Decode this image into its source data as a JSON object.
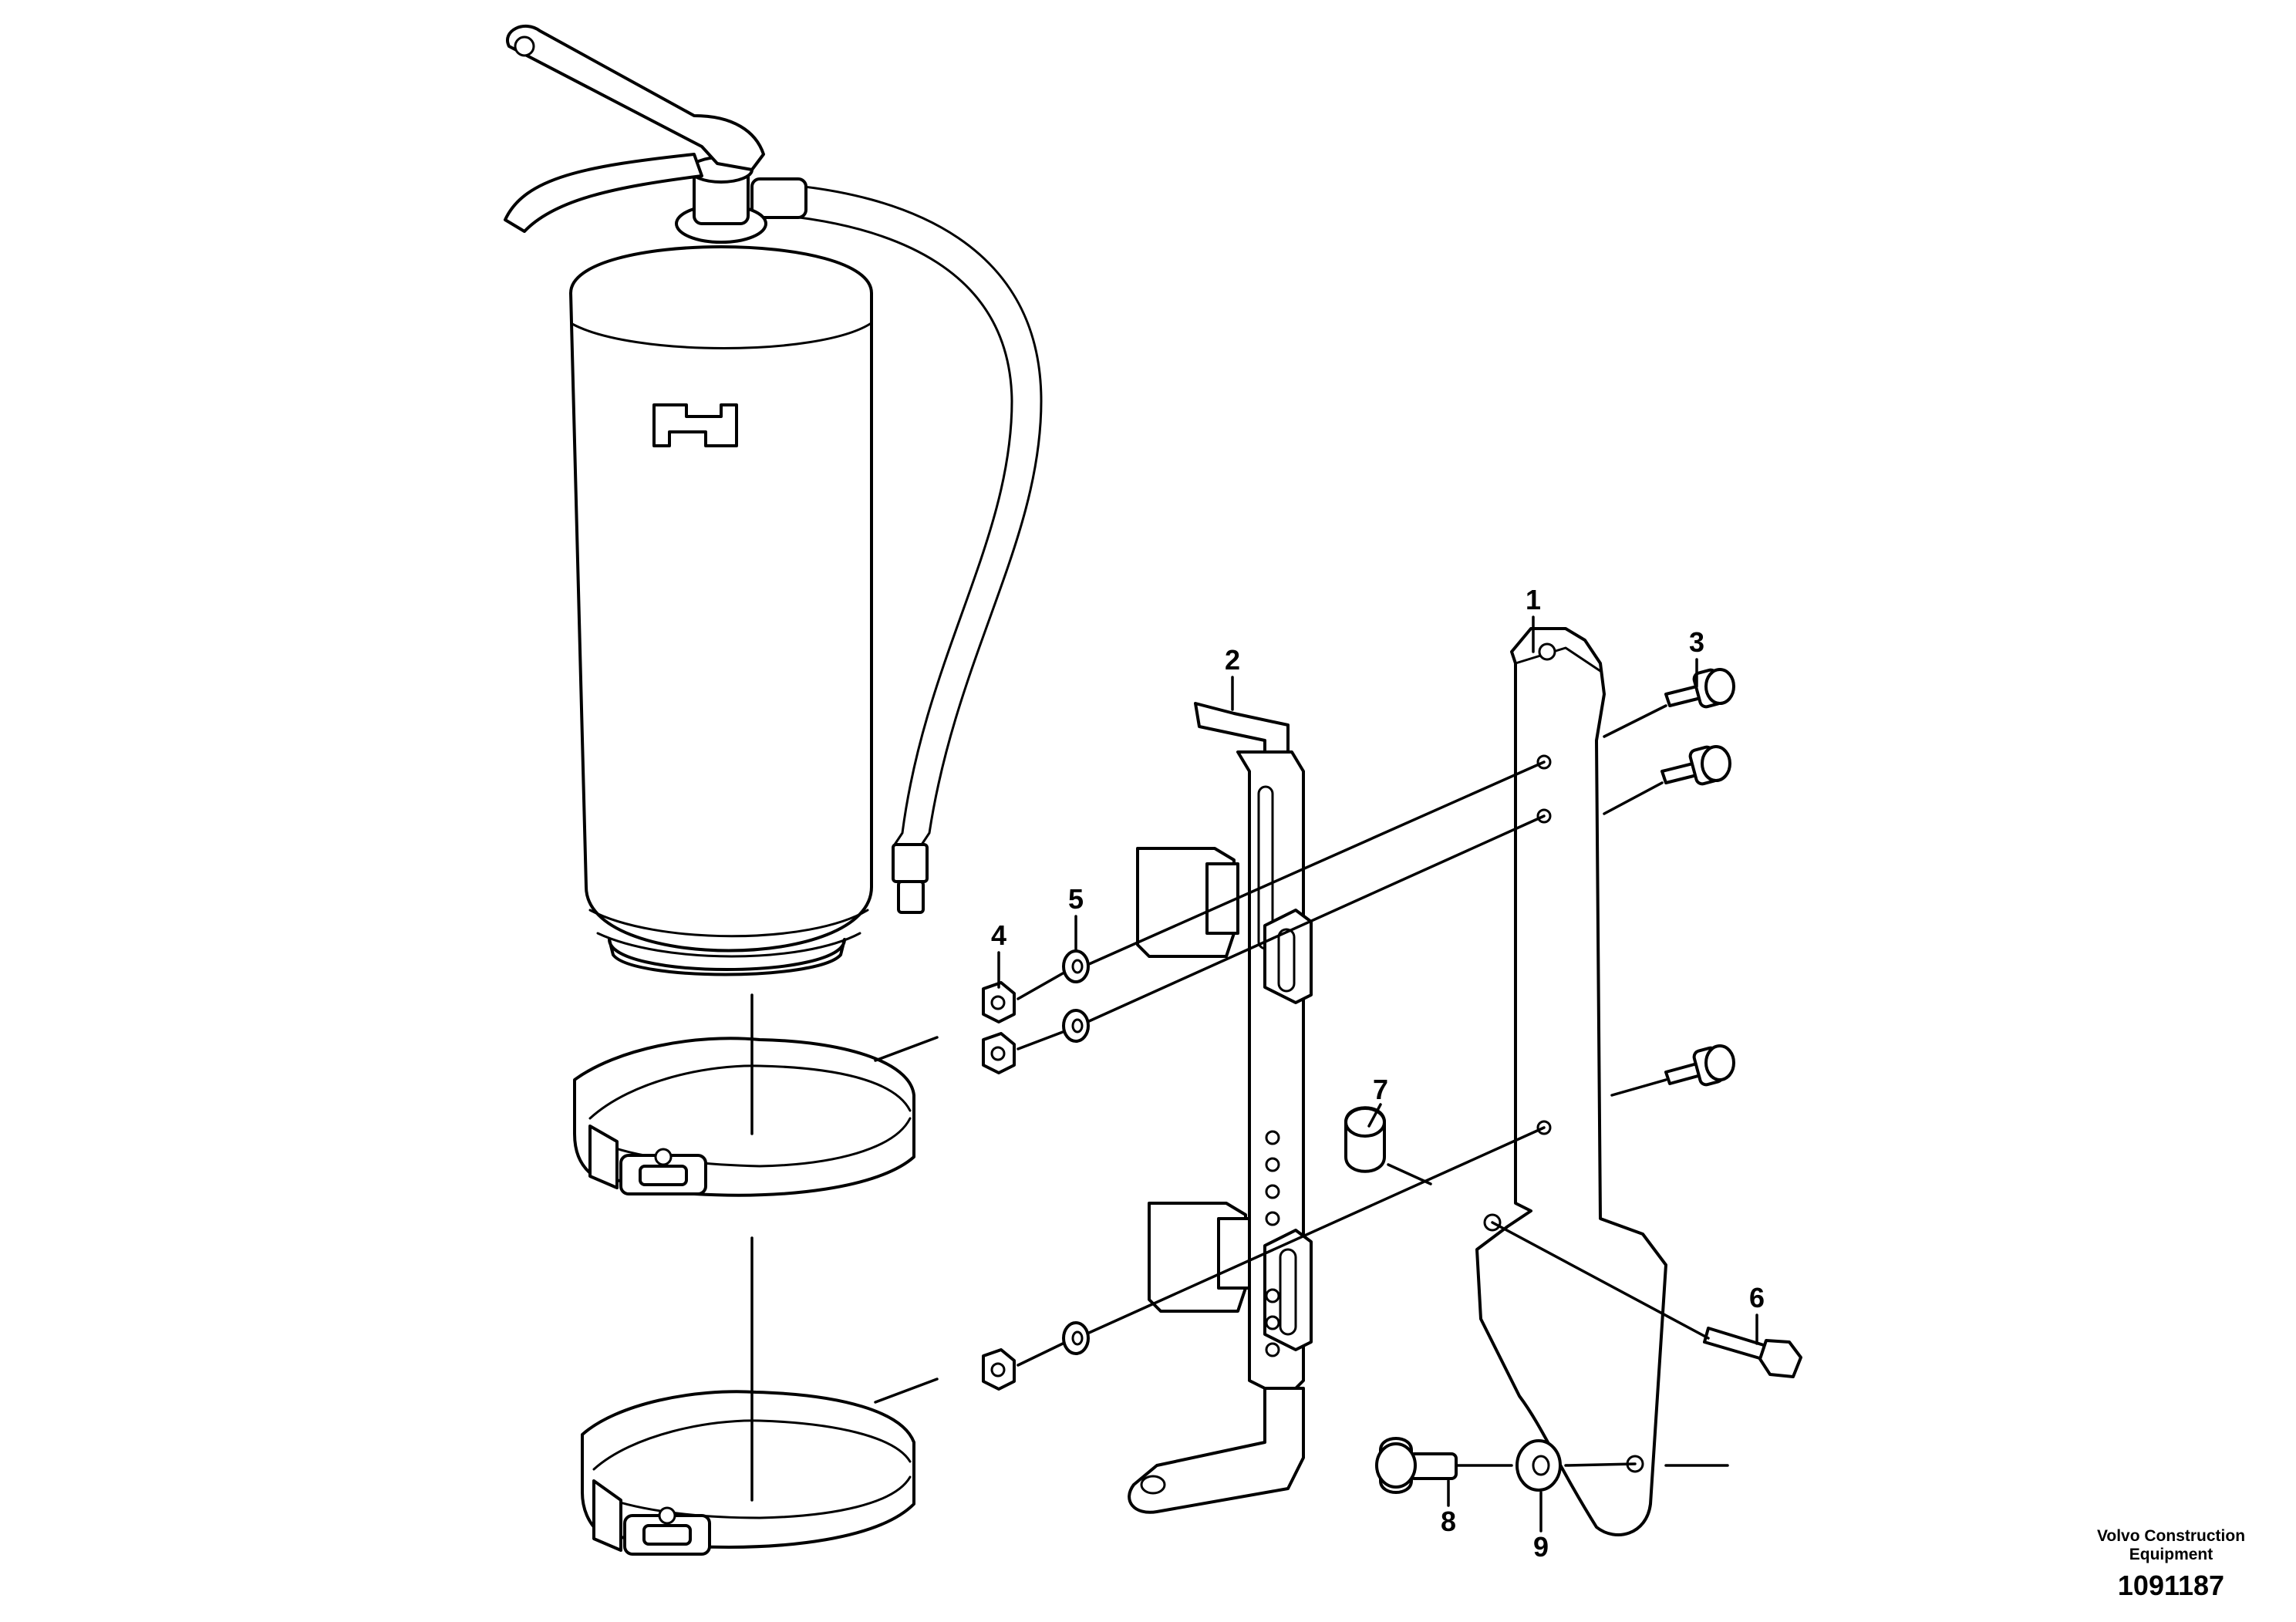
{
  "callouts": [
    {
      "label": "1"
    },
    {
      "label": "2"
    },
    {
      "label": "3"
    },
    {
      "label": "4"
    },
    {
      "label": "5"
    },
    {
      "label": "6"
    },
    {
      "label": "7"
    },
    {
      "label": "8"
    },
    {
      "label": "9"
    }
  ],
  "footer": {
    "brand_line1": "Volvo Construction",
    "brand_line2": "Equipment",
    "drawing_number": "1091187"
  }
}
